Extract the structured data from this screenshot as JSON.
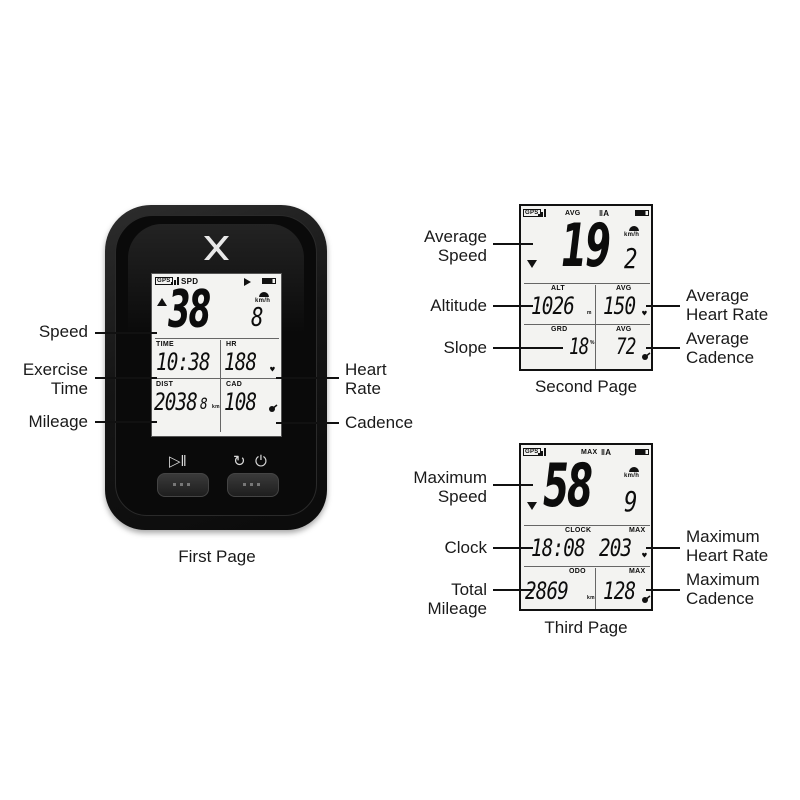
{
  "first_page": {
    "caption": "First Page",
    "labels": {
      "speed": "Speed",
      "exercise_time": [
        "Exercise",
        "Time"
      ],
      "mileage": "Mileage",
      "heart_rate": [
        "Heart",
        "Rate"
      ],
      "cadence": "Cadence"
    },
    "screen": {
      "gps": "GPS",
      "spd": "SPD",
      "speed_int": "38",
      "speed_dec": "8",
      "speed_unit": "km/h",
      "time_label": "TIME",
      "time_value": "10:38",
      "hr_label": "HR",
      "hr_value": "188",
      "dist_label": "DIST",
      "dist_value": "2038",
      "dist_dec": "8",
      "dist_unit": "km",
      "cad_label": "CAD",
      "cad_value": "108"
    }
  },
  "second_page": {
    "caption": "Second Page",
    "labels": {
      "average_speed": [
        "Average",
        "Speed"
      ],
      "altitude": "Altitude",
      "slope": "Slope",
      "average_heart_rate": [
        "Average",
        "Heart Rate"
      ],
      "average_cadence": [
        "Average",
        "Cadence"
      ]
    },
    "screen": {
      "gps": "GPS",
      "mode": "AVG",
      "speed_int": "19",
      "speed_dec": "2",
      "speed_unit": "km/h",
      "alt_label": "ALT",
      "alt_value": "1026",
      "alt_unit": "m",
      "avg_label": "AVG",
      "avg_hr_value": "150",
      "grd_label": "GRD",
      "grd_value": "18",
      "grd_unit": "%",
      "avg_cad_label": "AVG",
      "avg_cad_value": "72"
    }
  },
  "third_page": {
    "caption": "Third Page",
    "labels": {
      "maximum_speed": [
        "Maximum",
        "Speed"
      ],
      "clock": "Clock",
      "total_mileage": [
        "Total",
        "Mileage"
      ],
      "maximum_heart_rate": [
        "Maximum",
        "Heart Rate"
      ],
      "maximum_cadence": [
        "Maximum",
        "Cadence"
      ]
    },
    "screen": {
      "gps": "GPS",
      "mode": "MAX",
      "speed_int": "58",
      "speed_dec": "9",
      "speed_unit": "km/h",
      "clock_label": "CLOCK",
      "clock_value": "18:08",
      "max_label": "MAX",
      "max_hr_value": "203",
      "odo_label": "ODO",
      "odo_value": "2869",
      "odo_unit": "km",
      "max_cad_label": "MAX",
      "max_cad_value": "128"
    }
  }
}
